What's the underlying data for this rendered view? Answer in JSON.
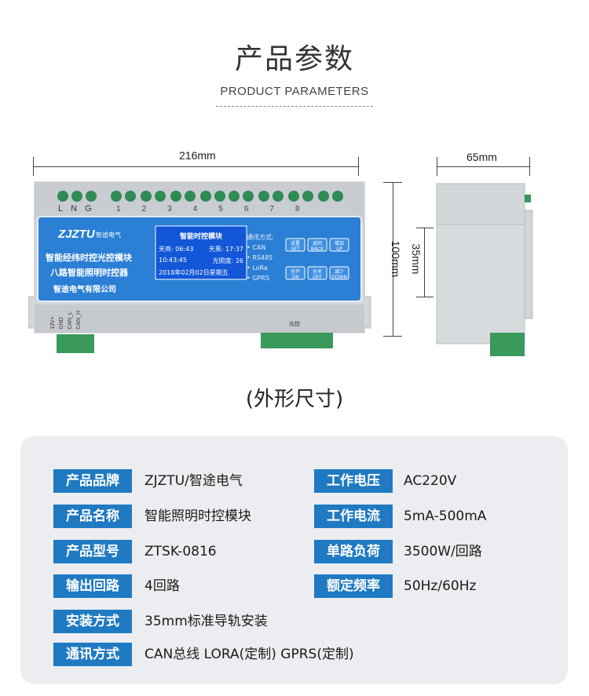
{
  "header": {
    "title_cn": "产品参数",
    "title_en": "PRODUCT PARAMETERS"
  },
  "dimensions": {
    "width_front": "216mm",
    "height": "100mm",
    "depth_side": "65mm",
    "rail": "35mm"
  },
  "device": {
    "brand": "ZJZTU",
    "brand_cn": "智途电气",
    "line1": "智能经纬时控光控模块",
    "line2": "八路智能照明时控器",
    "company": "智途电气有限公司",
    "terminal_letters": [
      "L",
      "N",
      "G"
    ],
    "channels": [
      "1",
      "2",
      "3",
      "4",
      "5",
      "6",
      "7",
      "8"
    ],
    "screen": {
      "title": "智能时控模块",
      "sunrise": "天亮: 06:43",
      "sunset": "天黑: 17:37",
      "time": "10:43:45",
      "lux": "光照度: 26",
      "date": "2018年02月02日星期五"
    },
    "comm_title": "通讯方式:",
    "comm_items": [
      "CAN",
      "RS485",
      "LoRa",
      "GPRS"
    ],
    "buttons": [
      {
        "cn": "设置",
        "en": "SET"
      },
      {
        "cn": "返回",
        "en": "BACK"
      },
      {
        "cn": "增加",
        "en": "UP"
      },
      {
        "cn": "全开",
        "en": "ON"
      },
      {
        "cn": "全关",
        "en": "OFF"
      },
      {
        "cn": "减少",
        "en": "DOWN"
      }
    ],
    "bottom_left_terms": [
      "12V+",
      "GND",
      "CAN_L",
      "CAN_H"
    ],
    "bottom_right_terms": [
      "光控"
    ]
  },
  "caption": "(外形尺寸)",
  "specs": {
    "left": [
      {
        "label": "产品品牌",
        "value": "ZJZTU/智途电气"
      },
      {
        "label": "产品名称",
        "value": "智能照明时控模块"
      },
      {
        "label": "产品型号",
        "value": "ZTSK-0816"
      },
      {
        "label": "输出回路",
        "value": "4回路"
      },
      {
        "label": "安装方式",
        "value": "35mm标准导轨安装"
      },
      {
        "label": "通讯方式",
        "value": "CAN总线 LORA(定制) GPRS(定制)"
      }
    ],
    "right": [
      {
        "label": "工作电压",
        "value": "AC220V"
      },
      {
        "label": "工作电流",
        "value": "5mA-500mA"
      },
      {
        "label": "单路负荷",
        "value": "3500W/回路"
      },
      {
        "label": "额定频率",
        "value": "50Hz/60Hz"
      }
    ]
  },
  "colors": {
    "accent": "#1f7ac2",
    "panel_bg": "#ebedf0",
    "device_gray": "#d9dcdf",
    "screen_blue": "#1560d6",
    "terminal_green": "#3a9a5b"
  }
}
